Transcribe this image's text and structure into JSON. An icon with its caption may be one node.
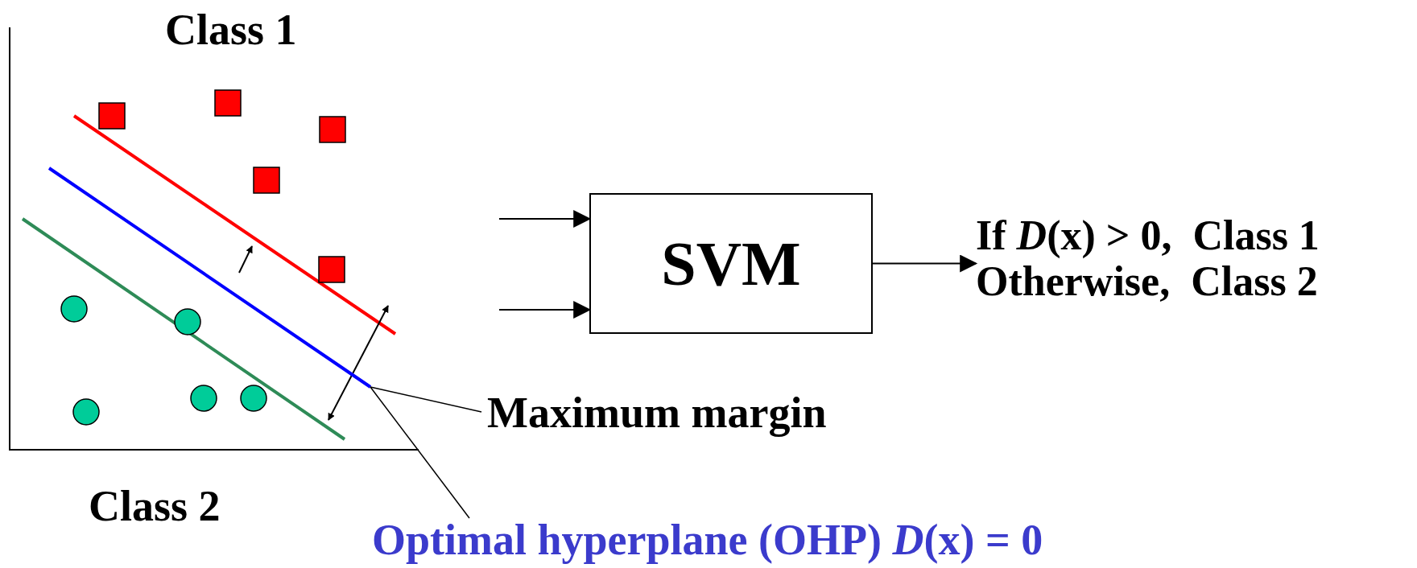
{
  "diagram": {
    "nodes": [
      {
        "text": [
          "SVM"
        ]
      },
      {
        "text": [
          "If *D*(x) > 0,  Class 1",
          "Otherwise,  Class 2"
        ]
      },
      {
        "text": [
          "Maximum margin"
        ]
      },
      {
        "text": [],
        "shape": "line"
      },
      {
        "text": [
          "Optimal hyperplane (OHP) *D*(x) = 0"
        ]
      }
    ],
    "edges": [
      {
        "from": null,
        "to": 0,
        "arrow": "to"
      },
      {
        "from": null,
        "to": 0,
        "arrow": "to"
      },
      {
        "from": 0,
        "to": 1,
        "arrow": "to"
      },
      {
        "from": 2,
        "to": 3,
        "arrow": "none"
      },
      {
        "from": 4,
        "to": 3,
        "arrow": "none"
      }
    ],
    "labels": [
      "Class 1",
      "Class 2"
    ]
  }
}
